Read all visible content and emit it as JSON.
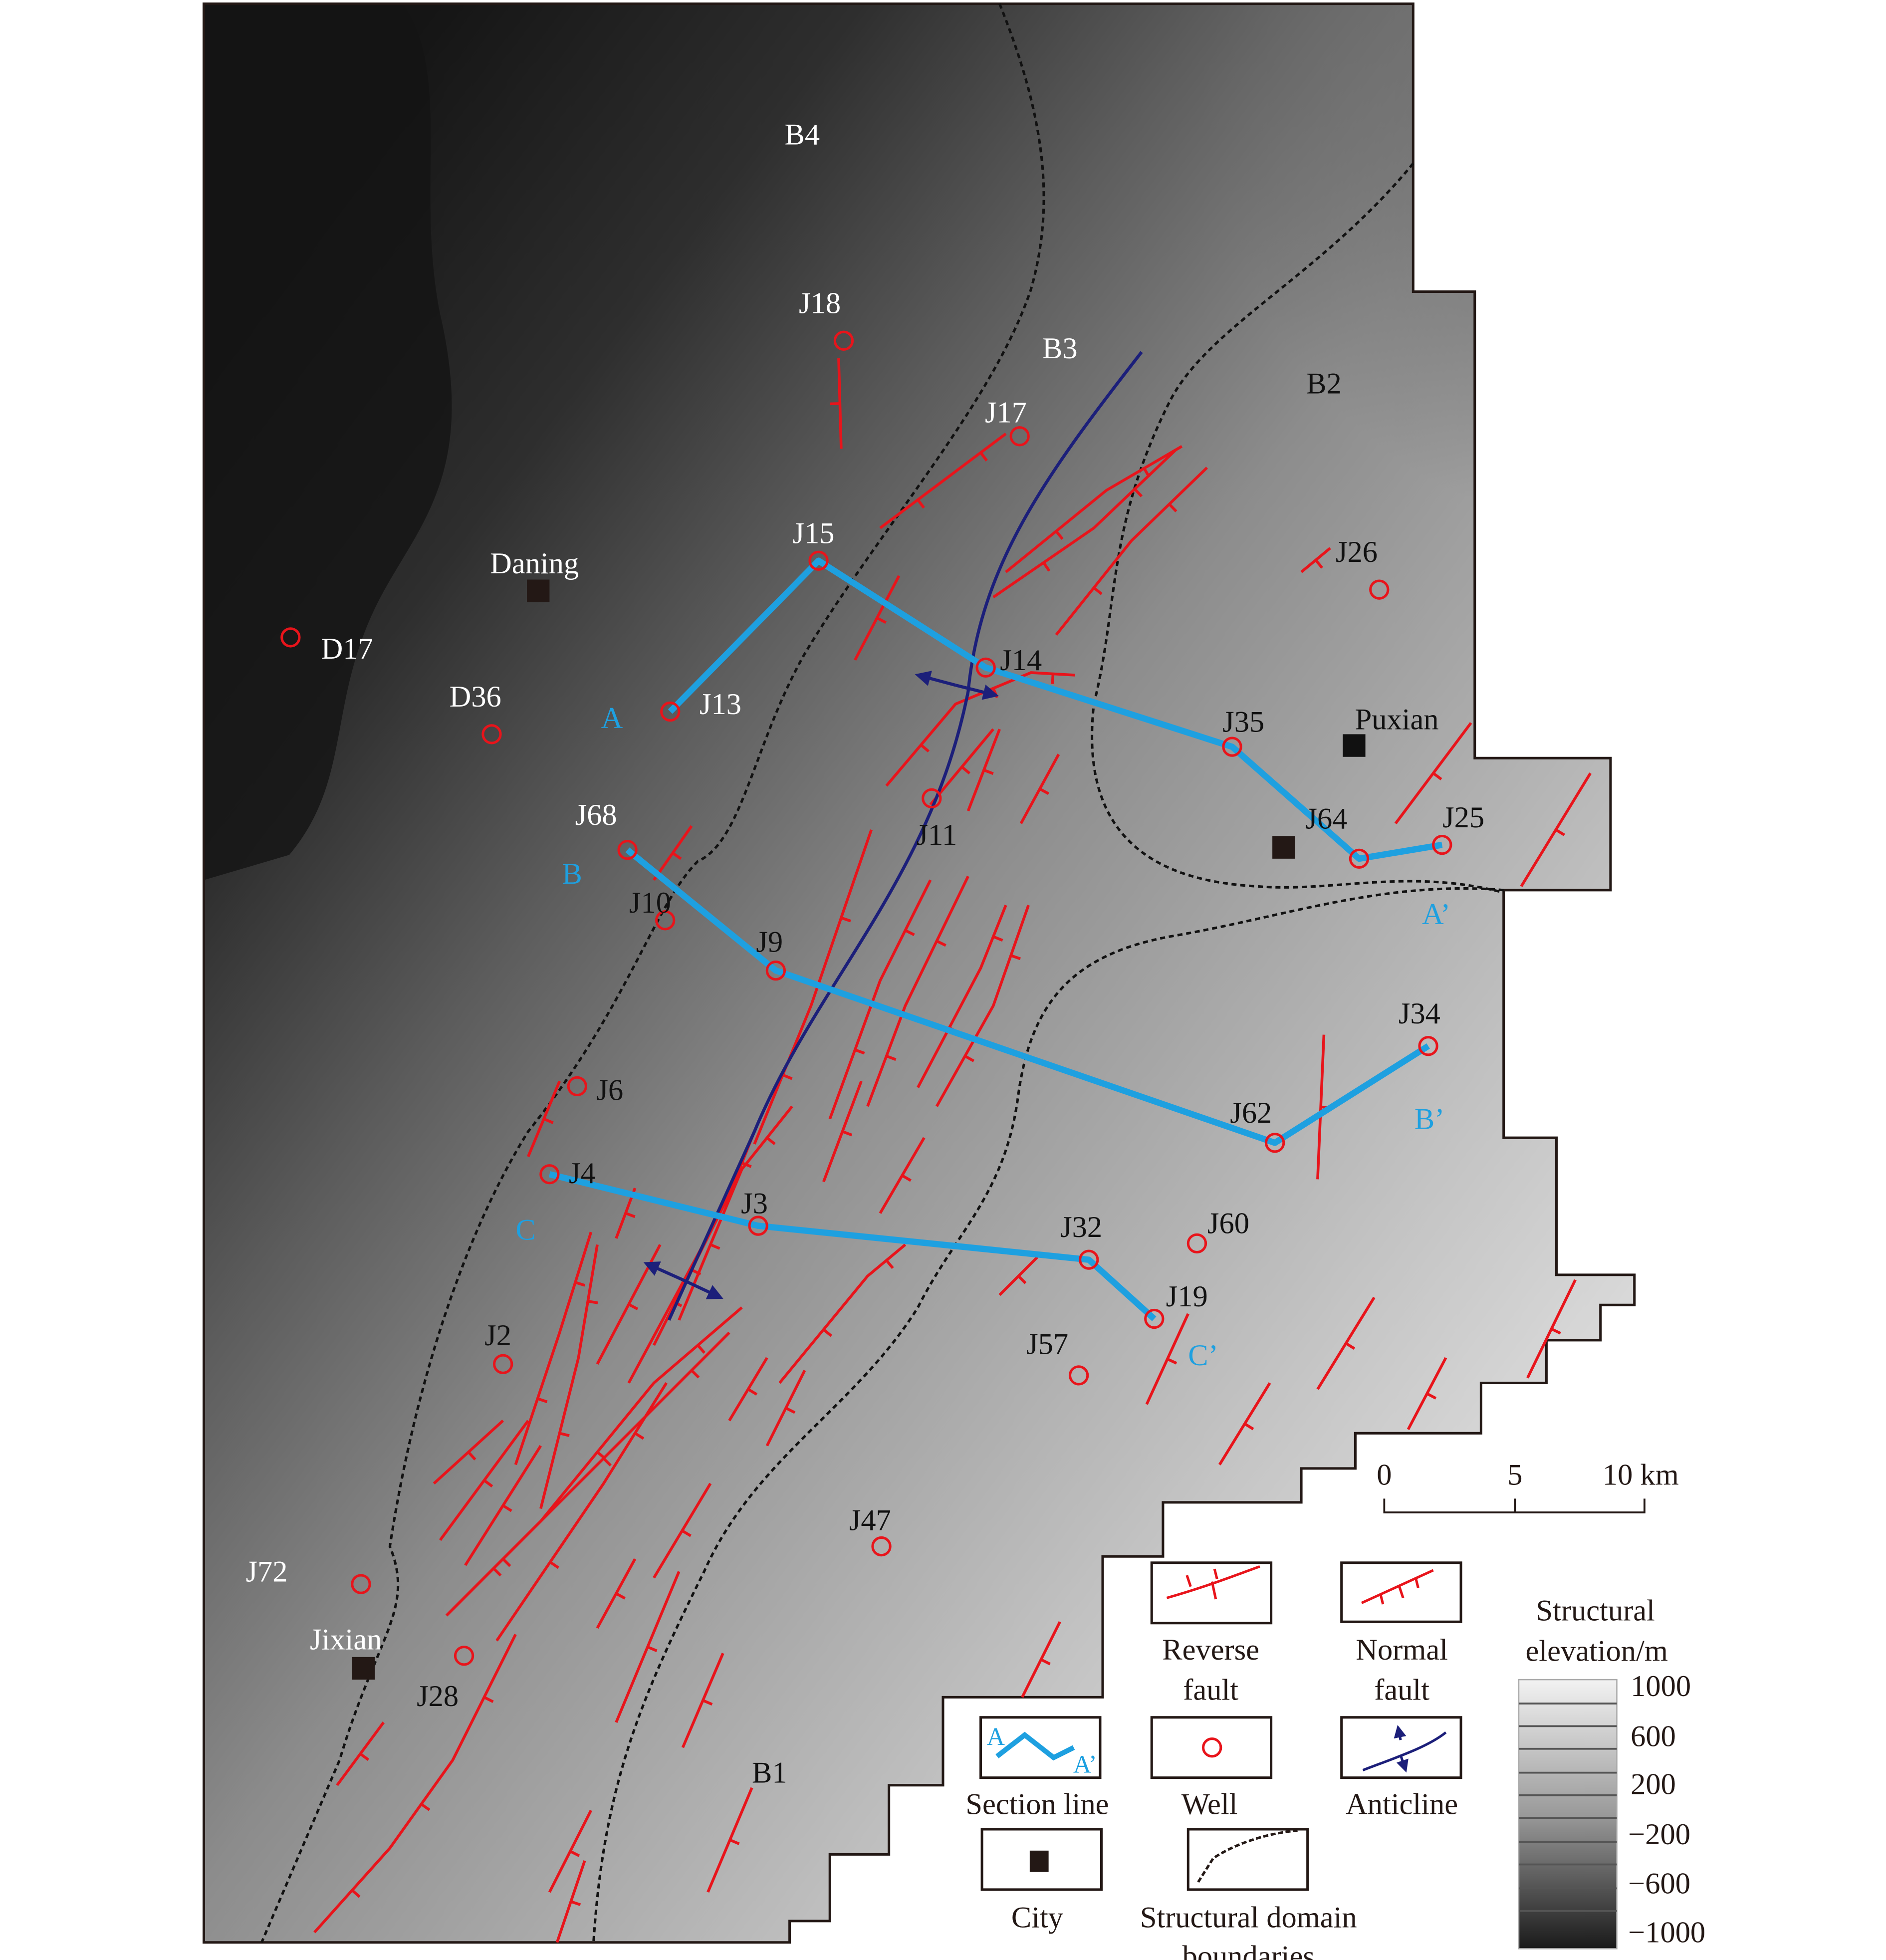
{
  "map": {
    "domains": [
      "B4",
      "B3",
      "B2",
      "B1"
    ],
    "wells": [
      "J18",
      "J17",
      "J15",
      "J13",
      "J14",
      "J11",
      "J35",
      "J64",
      "J25",
      "J26",
      "D17",
      "D36",
      "J68",
      "J10",
      "J9",
      "J6",
      "J34",
      "J62",
      "J4",
      "J3",
      "J32",
      "J60",
      "J19",
      "J57",
      "J2",
      "J47",
      "J72",
      "J28"
    ],
    "cities": {
      "daning": "Daning",
      "puxian": "Puxian",
      "jixian": "Jixian"
    },
    "section_labels": {
      "a": "A",
      "a_prime": "A’",
      "b": "B",
      "b_prime": "B’",
      "c": "C",
      "c_prime": "C’"
    },
    "colors": {
      "fault": "#e8141b",
      "section": "#1ea0e0",
      "anticline": "#1c1f7a",
      "well": "#e8141b"
    }
  },
  "scale_bar": {
    "tick_0": "0",
    "tick_5": "5",
    "tick_10": "10 km"
  },
  "legend": {
    "reverse_fault": [
      "Reverse",
      "fault"
    ],
    "normal_fault": [
      "Normal",
      "fault"
    ],
    "section_line": "Section line",
    "section_sample_start": "A",
    "section_sample_end": "A’",
    "well": "Well",
    "anticline": "Anticline",
    "city": "City",
    "boundary": [
      "Structural domain",
      "boundaries"
    ]
  },
  "colorbar": {
    "title": [
      "Structural",
      "elevation/m"
    ],
    "ticks": [
      "1000",
      "600",
      "200",
      "−200",
      "−600",
      "−1000"
    ]
  }
}
